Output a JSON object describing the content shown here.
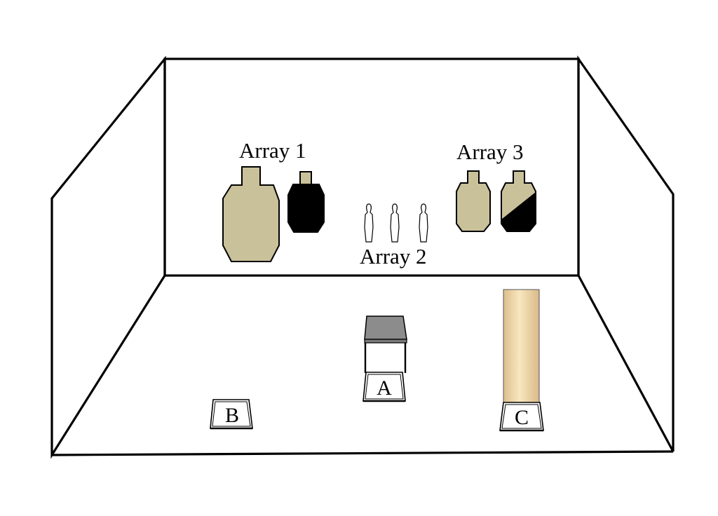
{
  "colors": {
    "line": "#000000",
    "tan": "#c9c19a",
    "black": "#000000",
    "table_top": "#8c8c8c",
    "barricade_light": "#f5e2b6",
    "barricade_dark": "#d9b98a"
  },
  "arrays": {
    "array1": {
      "label": "Array 1"
    },
    "array2": {
      "label": "Array 2"
    },
    "array3": {
      "label": "Array 3"
    }
  },
  "positions": {
    "a": {
      "label": "A"
    },
    "b": {
      "label": "B"
    },
    "c": {
      "label": "C"
    }
  },
  "icons": [
    "large-tan-target-icon",
    "small-black-target-icon",
    "outline-figure-target-icon",
    "small-tan-target-icon",
    "diagonal-split-target-icon",
    "table-icon",
    "barricade-icon",
    "position-marker-icon"
  ]
}
